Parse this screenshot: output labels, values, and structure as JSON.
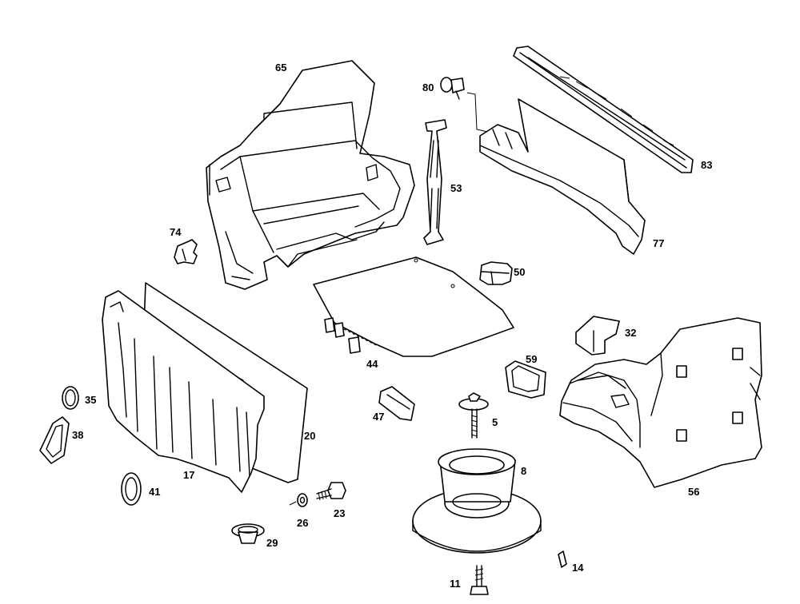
{
  "callouts": {
    "p65": "65",
    "p80": "80",
    "p83": "83",
    "p53": "53",
    "p77": "77",
    "p74": "74",
    "p50": "50",
    "p32": "32",
    "p44": "44",
    "p59": "59",
    "p35": "35",
    "p38": "38",
    "p47": "47",
    "p5": "5",
    "p20": "20",
    "p17": "17",
    "p8": "8",
    "p41": "41",
    "p56": "56",
    "p26": "26",
    "p23": "23",
    "p29": "29",
    "p14": "14",
    "p11": "11"
  }
}
